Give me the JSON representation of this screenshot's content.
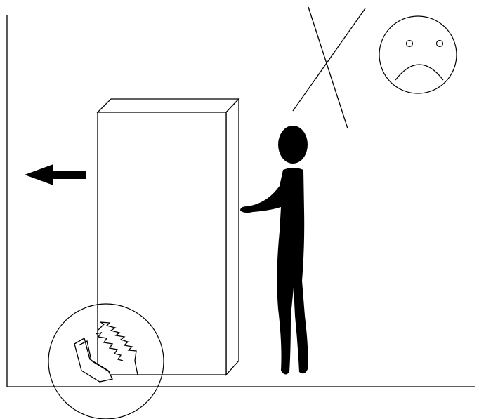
{
  "figure": {
    "description_items": [
      "wall-line",
      "floor-line",
      "tall-box",
      "person-figure",
      "direction-arrow",
      "frowning-face-icon",
      "cross-out-mark",
      "magnifier-circle",
      "zigzag-steps-detail"
    ],
    "colors": {
      "ink": "#000000",
      "background": "#ffffff"
    }
  }
}
